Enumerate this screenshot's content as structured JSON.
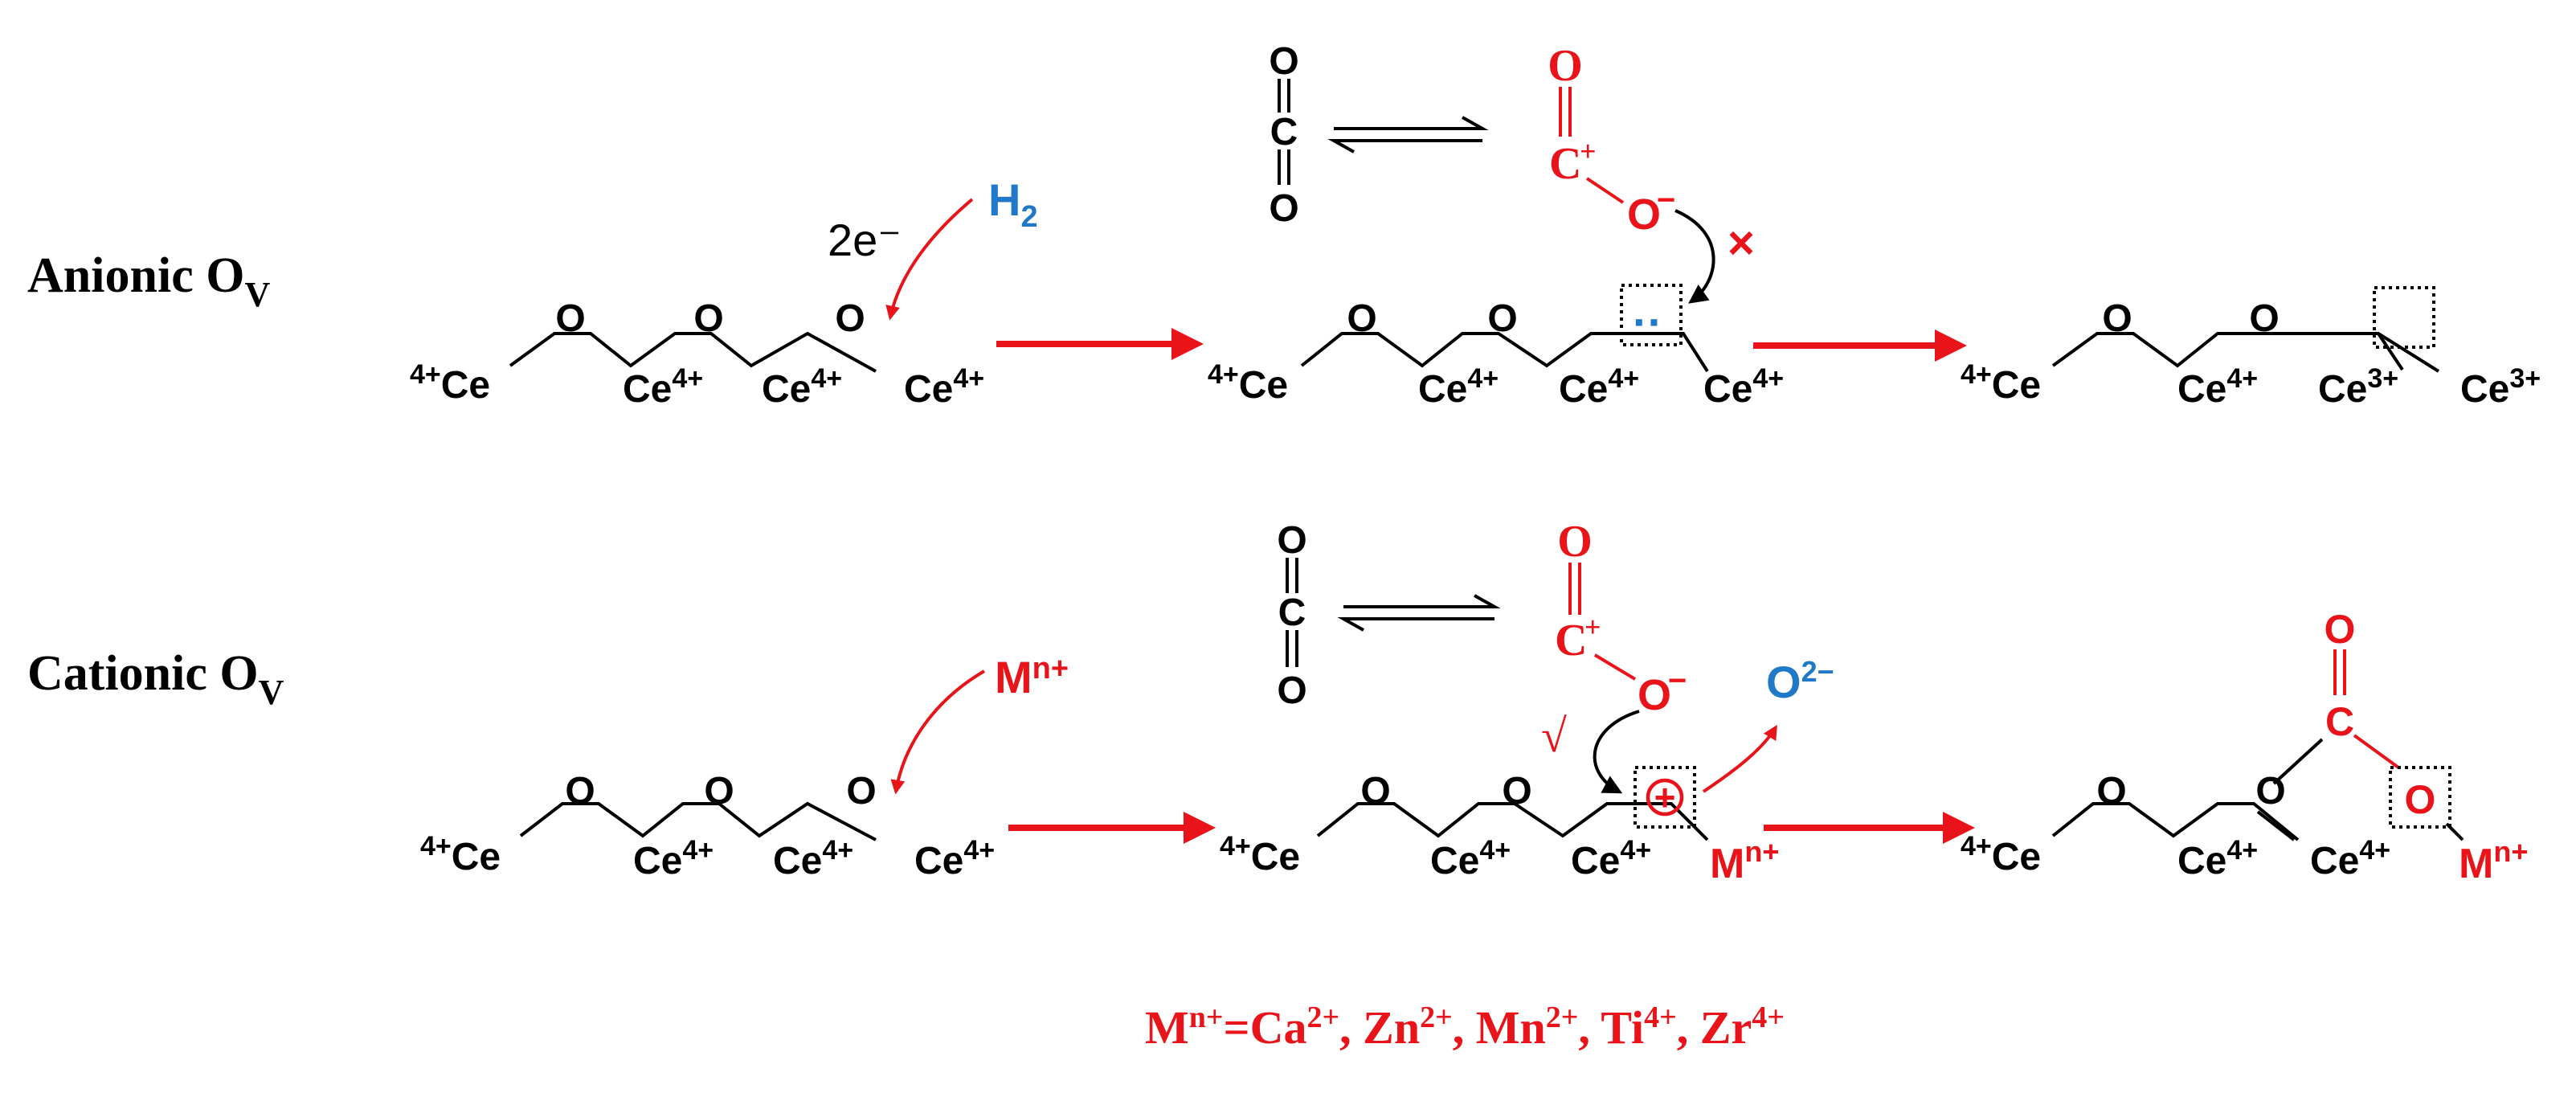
{
  "colors": {
    "red": "#e8141a",
    "blue": "#1f78c8",
    "black": "#000000"
  },
  "rows": {
    "anionic": {
      "label": "Anionic O",
      "label_sub": "V",
      "reductant": {
        "text": "H",
        "sub": "2"
      },
      "electrons": "2e⁻",
      "co2": {
        "atom_o": "O",
        "atom_c": "C"
      },
      "activated": {
        "o_top": "O",
        "c": "C",
        "c_charge": "+",
        "o": "O",
        "o_charge": "−"
      },
      "blocked_mark": "×",
      "vacancy_dots": "··",
      "chain1": {
        "ce": "Ce",
        "o": "O",
        "pre": "4+",
        "c2": "4+",
        "c3": "4+",
        "c4": "4+"
      },
      "chain2": {
        "ce": "Ce",
        "o": "O",
        "pre": "4+",
        "c2": "4+",
        "c3": "4+",
        "c4": "4+"
      },
      "chain3": {
        "ce": "Ce",
        "o": "O",
        "pre": "4+",
        "c2": "4+",
        "c3": "3+",
        "c4": "3+"
      }
    },
    "cationic": {
      "label": "Cationic O",
      "label_sub": "V",
      "dopant": {
        "m": "M",
        "sup": "n+"
      },
      "co2": {
        "atom_o": "O",
        "atom_c": "C"
      },
      "activated": {
        "o_top": "O",
        "c": "C",
        "c_charge": "+",
        "o": "O",
        "o_charge": "−"
      },
      "allowed_mark": "√",
      "released": {
        "o": "O",
        "charge": "2−"
      },
      "vacancy_plus": "+",
      "chain1": {
        "ce": "Ce",
        "o": "O",
        "pre": "4+",
        "c2": "4+",
        "c3": "4+",
        "c4": "4+"
      },
      "chain2": {
        "ce": "Ce",
        "o": "O",
        "pre": "4+",
        "c2": "4+",
        "c3": "4+",
        "m": "M",
        "m_sup": "n+"
      },
      "chain3": {
        "ce": "Ce",
        "o": "O",
        "pre": "4+",
        "c2": "4+",
        "c3": "4+",
        "m": "M",
        "m_sup": "n+",
        "carb_o_top": "O",
        "carb_c": "C",
        "carb_o_vac": "O"
      }
    }
  },
  "footnote": {
    "m": "M",
    "m_sup": "n+",
    "items": [
      {
        "el": "=Ca",
        "sup": "2+",
        "sep": ", "
      },
      {
        "el": "Zn",
        "sup": "2+",
        "sep": ", "
      },
      {
        "el": "Mn",
        "sup": "2+",
        "sep": ", "
      },
      {
        "el": "Ti",
        "sup": "4+",
        "sep": ", "
      },
      {
        "el": "Zr",
        "sup": "4+",
        "sep": ""
      }
    ]
  }
}
